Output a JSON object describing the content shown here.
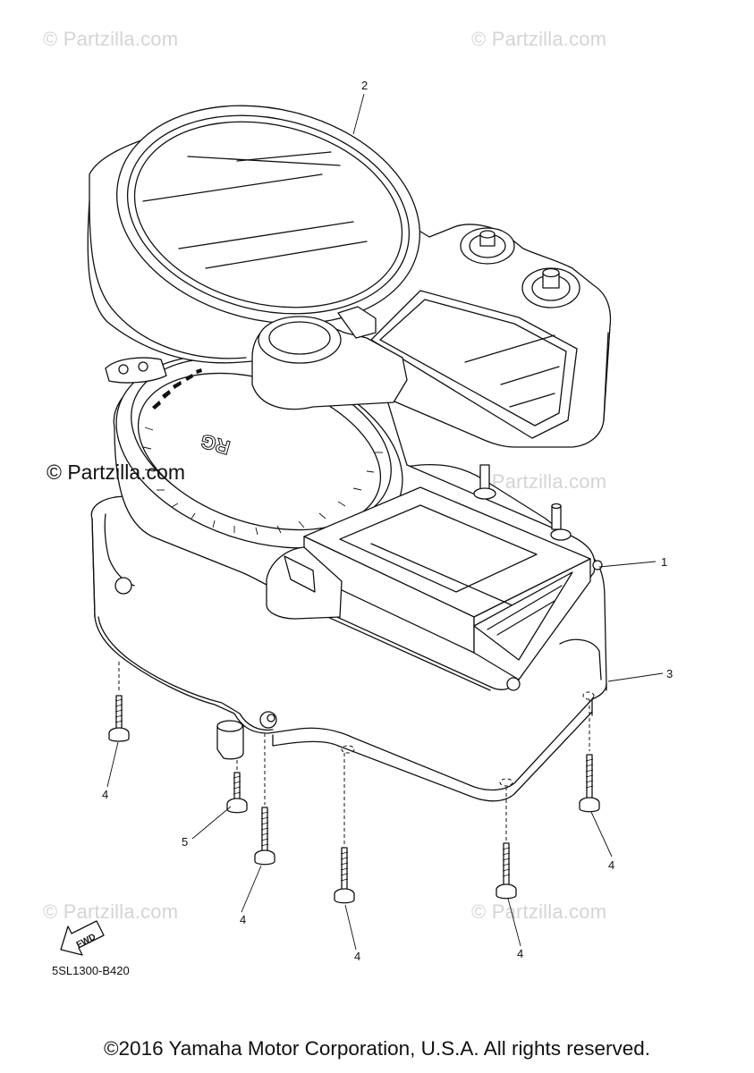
{
  "watermarks": {
    "top_left": "© Partzilla.com",
    "top_right": "© Partzilla.com",
    "main": "© Partzilla.com",
    "mid_right": "© Partzilla.com",
    "bottom_left": "© Partzilla.com",
    "bottom_right": "© Partzilla.com"
  },
  "callouts": {
    "p1": "1",
    "p2": "2",
    "p3": "3",
    "p4a": "4",
    "p4b": "4",
    "p4c": "4",
    "p4d": "4",
    "p4e": "4",
    "p5": "5"
  },
  "dial_text": "RG",
  "fwd_label": "FWD",
  "diagram_code": "5SL1300-B420",
  "footer": "©2016 Yamaha Motor Corporation, U.S.A. All rights reserved."
}
